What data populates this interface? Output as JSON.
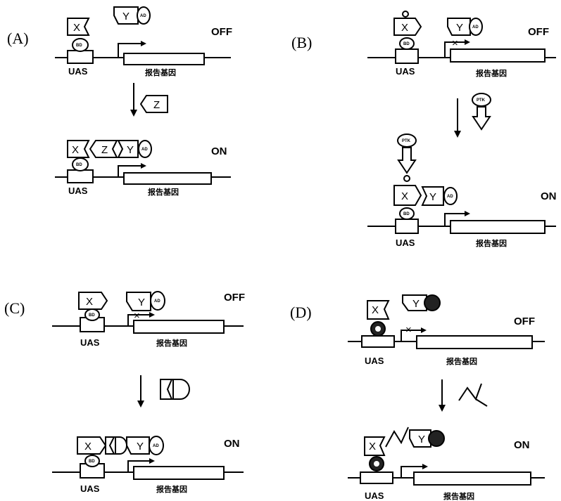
{
  "panels": [
    {
      "label": "(A)",
      "off": "OFF",
      "on": "ON",
      "uas": "UAS",
      "gene": "报告基因",
      "x": "X",
      "y": "Y",
      "z": "Z",
      "ad": "AD",
      "bd": "BD"
    },
    {
      "label": "(B)",
      "off": "OFF",
      "on": "ON",
      "uas": "UAS",
      "gene": "报告基因",
      "x": "X",
      "y": "Y",
      "ptk": "PTK",
      "ad": "AD",
      "bd": "BD"
    },
    {
      "label": "(C)",
      "off": "OFF",
      "on": "ON",
      "uas": "UAS",
      "gene": "报告基因",
      "x": "X",
      "y": "Y",
      "ad": "AD",
      "bd": "BD"
    },
    {
      "label": "(D)",
      "off": "OFF",
      "on": "ON",
      "uas": "UAS",
      "gene": "报告基因",
      "x": "X",
      "y": "Y"
    }
  ]
}
